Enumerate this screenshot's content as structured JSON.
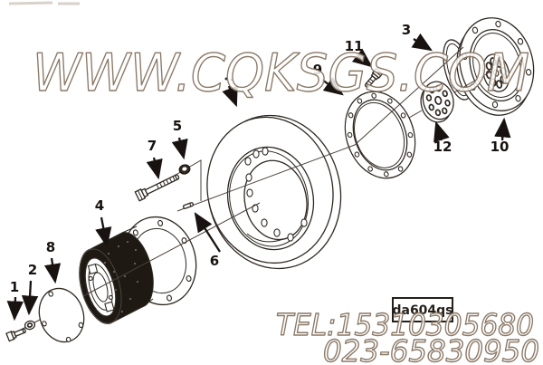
{
  "watermark": {
    "main": "WWW.CQKSGS.COM",
    "phone_line1": "TEL:15310305680",
    "phone_line2": "023-65830950"
  },
  "drawing": {
    "code_label": "da604qs",
    "callouts": [
      "1",
      "2",
      "8",
      "4",
      "7",
      "5",
      "6",
      "9",
      "11",
      "3",
      "12",
      "10"
    ]
  },
  "colors": {
    "line": "#2e2820",
    "watermark_outline": "#8a7866",
    "label_text": "#181310",
    "damper_band": "#1f1913"
  }
}
